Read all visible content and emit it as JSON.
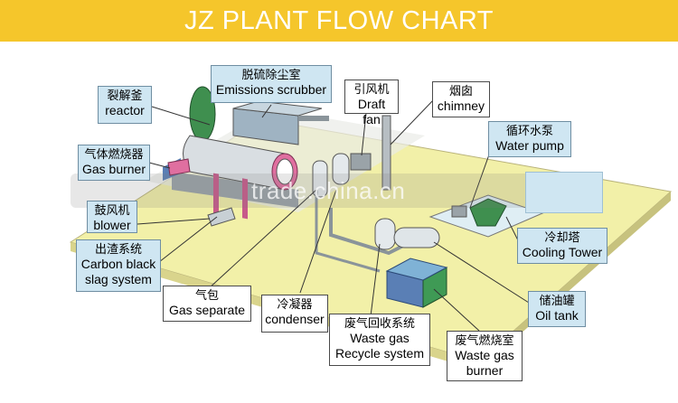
{
  "title": "JZ PLANT FLOW CHART",
  "watermark": "trade.china.cn",
  "labels": {
    "reactor": {
      "cn": "裂解釜",
      "en": "reactor"
    },
    "emissions_scrubber": {
      "cn": "脱硫除尘室",
      "en": "Emissions scrubber"
    },
    "draft_fan": {
      "cn": "引风机",
      "en": "Draft fan"
    },
    "chimney": {
      "cn": "烟囱",
      "en": "chimney"
    },
    "water_pump": {
      "cn": "循环水泵",
      "en": "Water pump"
    },
    "gas_burner": {
      "cn": "气体燃烧器",
      "en": "Gas burner"
    },
    "blower": {
      "cn": "鼓风机",
      "en": "blower"
    },
    "cooling_tower": {
      "cn": "冷却塔",
      "en": "Cooling Tower"
    },
    "carbon_black": {
      "cn": "出渣系统",
      "en": "Carbon black",
      "en2": "slag system"
    },
    "gas_separate": {
      "cn": "气包",
      "en": "Gas separate"
    },
    "condenser": {
      "cn": "冷凝器",
      "en": "condenser"
    },
    "waste_gas_recycle": {
      "cn": "废气回收系统",
      "en": "Waste gas",
      "en2": "Recycle system"
    },
    "waste_gas_burner": {
      "cn": "废气燃烧室",
      "en": "Waste gas",
      "en2": "burner"
    },
    "oil_tank": {
      "cn": "储油罐",
      "en": "Oil tank"
    }
  },
  "colors": {
    "banner": "#f5c62b",
    "platform": "#f2f0a8",
    "equipment": "#cfd8de",
    "callout_blue": "#cfe6f2"
  }
}
